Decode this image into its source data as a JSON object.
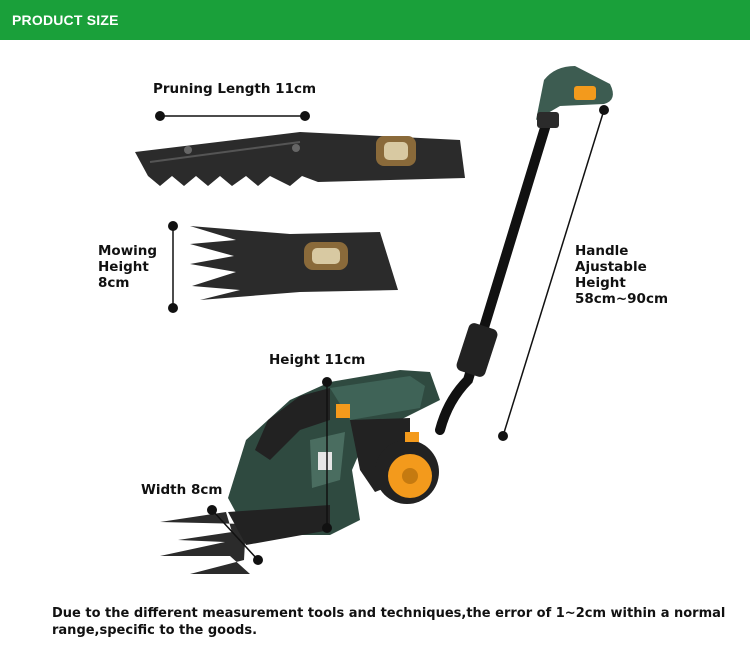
{
  "header": {
    "title": "PRODUCT SIZE",
    "bar_color": "#1aa03a"
  },
  "labels": {
    "pruning": "Pruning Length 11cm",
    "mowing": [
      "Mowing",
      "Height",
      "8cm"
    ],
    "handle": [
      "Handle",
      "Ajustable",
      "Height",
      "58cm~90cm"
    ],
    "height": "Height 11cm",
    "width": "Width 8cm"
  },
  "footnote": "Due to the different measurement tools and techniques,the error of 1~2cm within a normal range,specific to the goods.",
  "colors": {
    "body": "#2f4a40",
    "accent": "#f39a1c",
    "blade": "#2b2b2b"
  }
}
